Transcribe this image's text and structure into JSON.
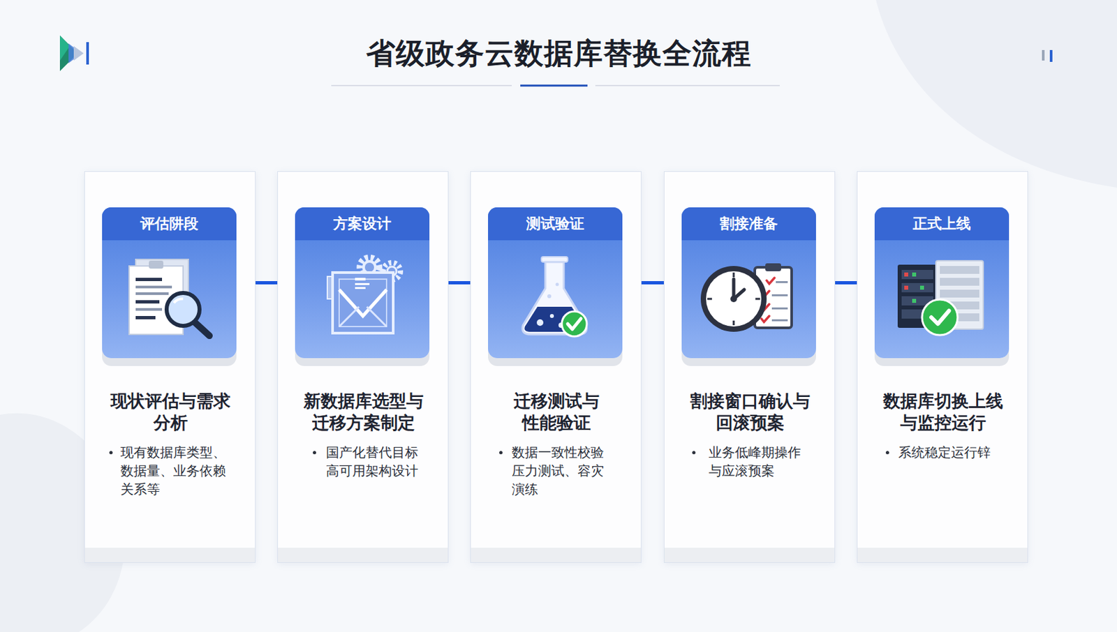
{
  "diagram": {
    "title": "省级政务云数据库替换全流程",
    "nodes": [
      {
        "text": [
          "现状评估与需求分析",
          "现有数据库类型、数据量、业务依赖关系等"
        ]
      },
      {
        "text": [
          "评估阱段"
        ],
        "in": 0
      },
      {
        "text": [
          "新数据库选型与迁移方案制定",
          "国产化替代目标 高可用架构设计"
        ]
      },
      {
        "text": [
          "方案设计"
        ],
        "in": 2
      },
      {
        "text": [
          "迁移测试与性能验证",
          "数据一致性校验 压力测试、容灾演练"
        ]
      },
      {
        "text": [
          "测试验证"
        ],
        "in": 4
      },
      {
        "text": [
          "割接窗口确认与回滚预案",
          "业务低峰期操作与应滚预案"
        ]
      },
      {
        "text": [
          "割接准备"
        ],
        "in": 6
      },
      {
        "text": [
          "数据库切换上线与监控运行",
          "系统稳定运行锌"
        ]
      },
      {
        "text": [
          "正式上线"
        ],
        "in": 8
      }
    ],
    "edges": [
      {
        "from": 1,
        "to": 3,
        "arrow": "to"
      },
      {
        "from": 3,
        "to": 5,
        "arrow": "to"
      },
      {
        "from": 5,
        "to": 7,
        "arrow": "to"
      },
      {
        "from": 7,
        "to": 9,
        "arrow": "to"
      }
    ]
  }
}
